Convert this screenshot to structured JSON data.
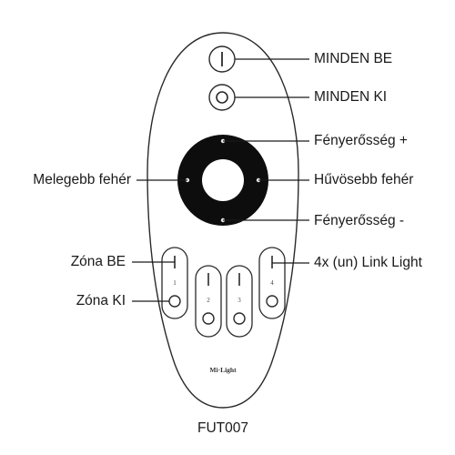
{
  "diagram": {
    "model": "FUT007",
    "brand": "Mi·Light",
    "labels_right": {
      "all_on": "MINDEN BE",
      "all_off": "MINDEN KI",
      "brightness_up": "Fényerősség +",
      "cooler_white": "Hűvösebb fehér",
      "brightness_down": "Fényerősség -",
      "link_light": "4x (un) Link Light"
    },
    "labels_left": {
      "warmer_white": "Melegebb fehér",
      "zone_on": "Zóna BE",
      "zone_off": "Zóna KI"
    },
    "zones": [
      "1",
      "2",
      "3",
      "4"
    ],
    "colors": {
      "outline": "#2a2a2a",
      "dial": "#0d0d0d",
      "dial_center": "#ffffff",
      "leader_line": "#1a1a1a"
    }
  }
}
